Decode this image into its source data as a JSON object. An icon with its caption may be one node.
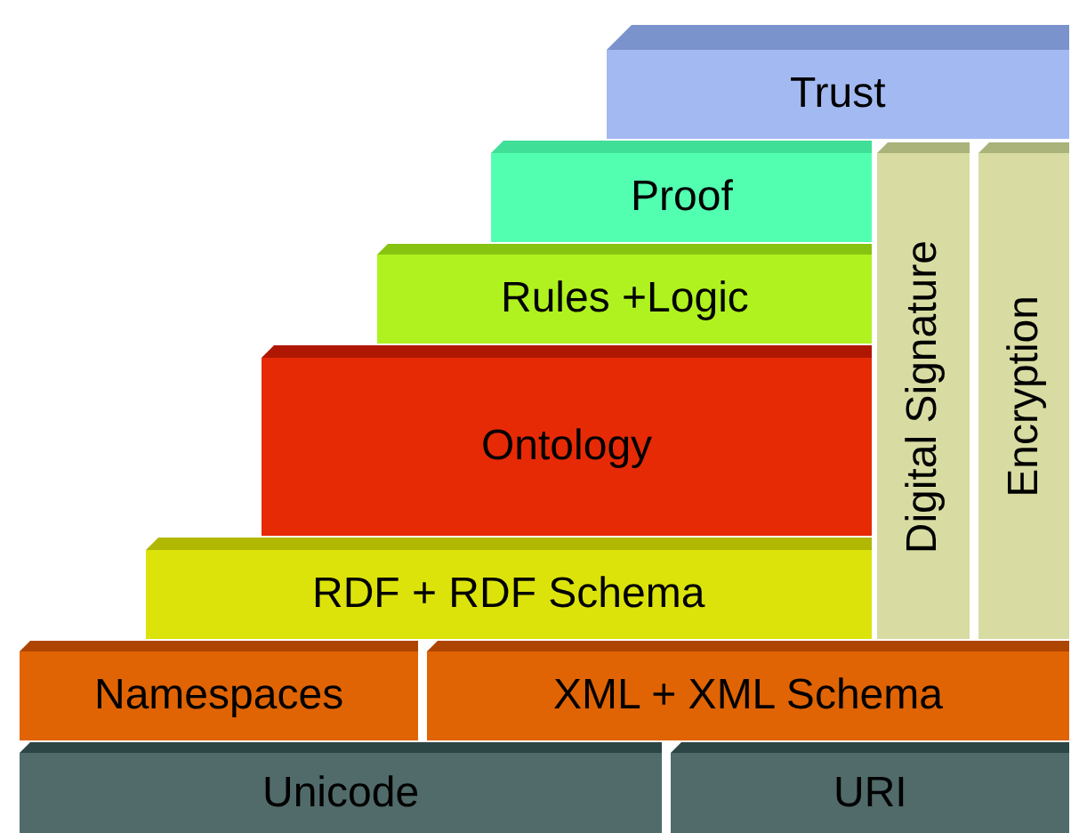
{
  "diagram": {
    "nodes": [
      {
        "text": [
          "Trust"
        ]
      },
      {
        "text": [
          "Proof"
        ]
      },
      {
        "text": [
          "Digital Signature"
        ]
      },
      {
        "text": [
          "Encryption"
        ]
      },
      {
        "text": [
          "Rules +Logic"
        ]
      },
      {
        "text": [
          "Ontology"
        ]
      },
      {
        "text": [
          "RDF + RDF Schema"
        ]
      },
      {
        "text": [
          "Namespaces"
        ]
      },
      {
        "text": [
          "XML + XML Schema"
        ]
      },
      {
        "text": [
          "Unicode"
        ]
      },
      {
        "text": [
          "URI"
        ]
      }
    ],
    "edges": []
  }
}
